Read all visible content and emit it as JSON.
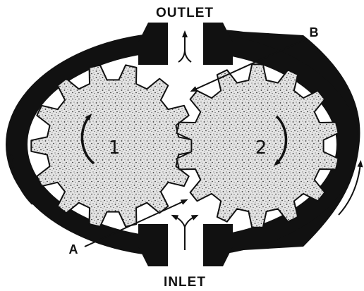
{
  "diagram": {
    "labels": {
      "outlet": "OUTLET",
      "inlet": "INLET",
      "point_a": "A",
      "point_b": "B",
      "gear_1": "1",
      "gear_2": "2"
    },
    "colors": {
      "ink": "#111111",
      "paper": "#ffffff",
      "gear_fill": "#d9d9d9"
    },
    "gears": [
      {
        "name": "gear-1",
        "teeth": 14
      },
      {
        "name": "gear-2",
        "teeth": 14
      }
    ]
  }
}
